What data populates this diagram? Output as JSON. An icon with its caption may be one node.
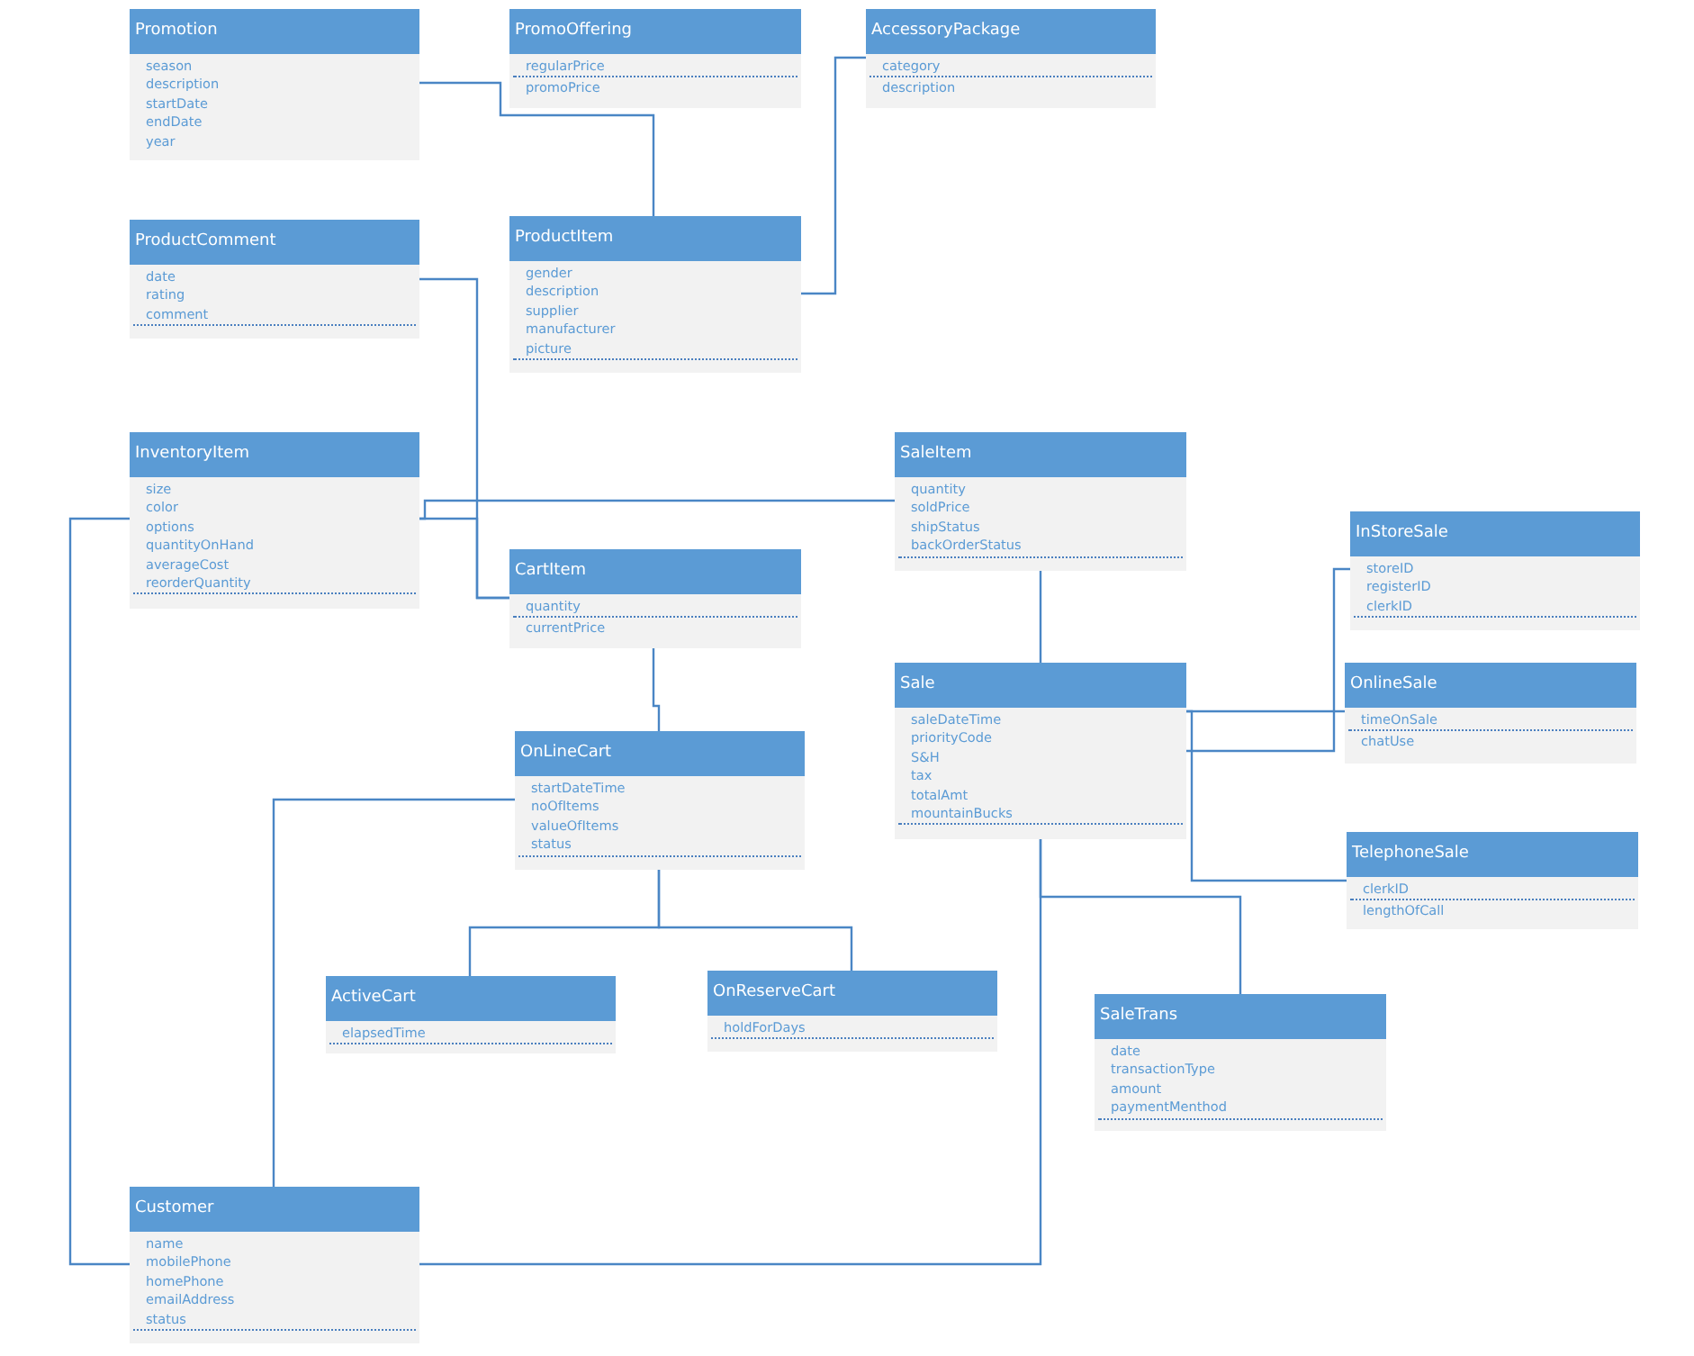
{
  "diagram": {
    "nodes": [
      {
        "text": [
          "Promotion",
          "season",
          "description",
          "startDate",
          "endDate",
          "year"
        ]
      },
      {
        "text": [
          "PromoOffering",
          "regularPrice",
          "promoPrice"
        ]
      },
      {
        "text": [
          "AccessoryPackage",
          "category",
          "description"
        ]
      },
      {
        "text": [
          "ProductComment",
          "date",
          "rating",
          "comment"
        ]
      },
      {
        "text": [
          "ProductItem",
          "gender",
          "description",
          "supplier",
          "manufacturer",
          "picture"
        ]
      },
      {
        "text": [
          "InventoryItem",
          "size",
          "color",
          "options",
          "quantityOnHand",
          "averageCost",
          "reorderQuantity"
        ]
      },
      {
        "text": [
          "SaleItem",
          "quantity",
          "soldPrice",
          "shipStatus",
          "backOrderStatus"
        ]
      },
      {
        "text": [
          "CartItem",
          "quantity",
          "currentPrice"
        ]
      },
      {
        "text": [
          "InStoreSale",
          "storeID",
          "registerID",
          "clerkID"
        ]
      },
      {
        "text": [
          "Sale",
          "saleDateTime",
          "priorityCode",
          "S&H",
          "tax",
          "totalAmt",
          "mountainBucks"
        ]
      },
      {
        "text": [
          "OnlineSale",
          "timeOnSale",
          "chatUse"
        ]
      },
      {
        "text": [
          "OnLineCart",
          "startDateTime",
          "noOfItems",
          "valueOfItems",
          "status"
        ]
      },
      {
        "text": [
          "TelephoneSale",
          "clerkID",
          "lengthOfCall"
        ]
      },
      {
        "text": [
          "ActiveCart",
          "elapsedTime"
        ]
      },
      {
        "text": [
          "OnReserveCart",
          "holdForDays"
        ]
      },
      {
        "text": [
          "SaleTrans",
          "date",
          "transactionType",
          "amount",
          "paymentMenthod"
        ]
      },
      {
        "text": [
          "Customer",
          "name",
          "mobilePhone",
          "homePhone",
          "emailAddress",
          "status"
        ]
      }
    ],
    "edges": [
      {
        "from": 0,
        "to": 4,
        "arrow": "none"
      },
      {
        "from": 4,
        "to": 2,
        "arrow": "none"
      },
      {
        "from": 3,
        "to": 7,
        "arrow": "none"
      },
      {
        "from": 5,
        "to": 7,
        "arrow": "none"
      },
      {
        "from": 5,
        "to": 6,
        "arrow": "none"
      },
      {
        "from": 5,
        "to": 16,
        "arrow": "none"
      },
      {
        "from": 7,
        "to": 11,
        "arrow": "none"
      },
      {
        "from": 11,
        "to": 16,
        "arrow": "none"
      },
      {
        "from": 11,
        "to": 13,
        "arrow": "none"
      },
      {
        "from": 11,
        "to": 14,
        "arrow": "none"
      },
      {
        "from": 6,
        "to": 9,
        "arrow": "none"
      },
      {
        "from": 16,
        "to": 9,
        "arrow": "none"
      },
      {
        "from": 9,
        "to": 15,
        "arrow": "none"
      },
      {
        "from": 9,
        "to": 8,
        "arrow": "none"
      },
      {
        "from": 9,
        "to": 10,
        "arrow": "none"
      },
      {
        "from": 9,
        "to": 12,
        "arrow": "none"
      }
    ]
  }
}
